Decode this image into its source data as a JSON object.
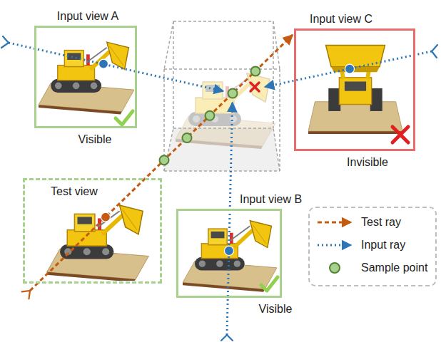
{
  "diagram": {
    "nodes": [
      {
        "text": [
          "Input view A",
          "Visible"
        ]
      },
      {
        "text": [
          "Input view C",
          "Invisible"
        ]
      },
      {
        "text": [
          "Test view"
        ]
      },
      {
        "text": [
          "Input view B",
          "Visible"
        ]
      }
    ],
    "legend": [
      {
        "text": "Test ray"
      },
      {
        "text": "Input ray"
      },
      {
        "text": "Sample point"
      }
    ]
  }
}
